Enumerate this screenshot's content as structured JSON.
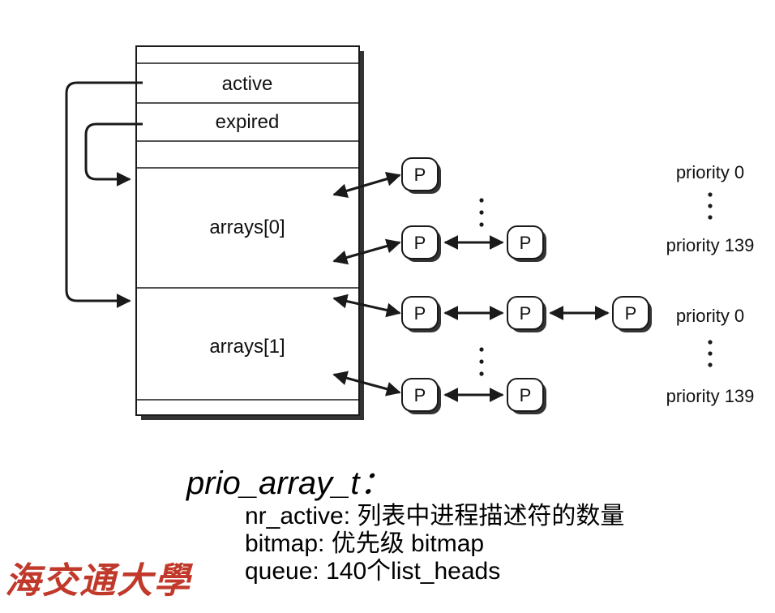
{
  "struct_fields": {
    "active": "active",
    "expired": "expired",
    "arrays0": "arrays[0]",
    "arrays1": "arrays[1]"
  },
  "process_label": "P",
  "priority_labels": {
    "top_start": "priority 0",
    "top_end": "priority 139",
    "bottom_start": "priority 0",
    "bottom_end": "priority 139"
  },
  "description": {
    "title": "prio_array_t：",
    "lines": [
      "nr_active: 列表中进程描述符的数量",
      "bitmap: 优先级 bitmap",
      "queue: 140个list_heads"
    ]
  },
  "logo": {
    "text": "海交通大學",
    "color": "#c0392b"
  },
  "colors": {
    "lines": "#1a1a1a",
    "shadow": "#333333"
  }
}
